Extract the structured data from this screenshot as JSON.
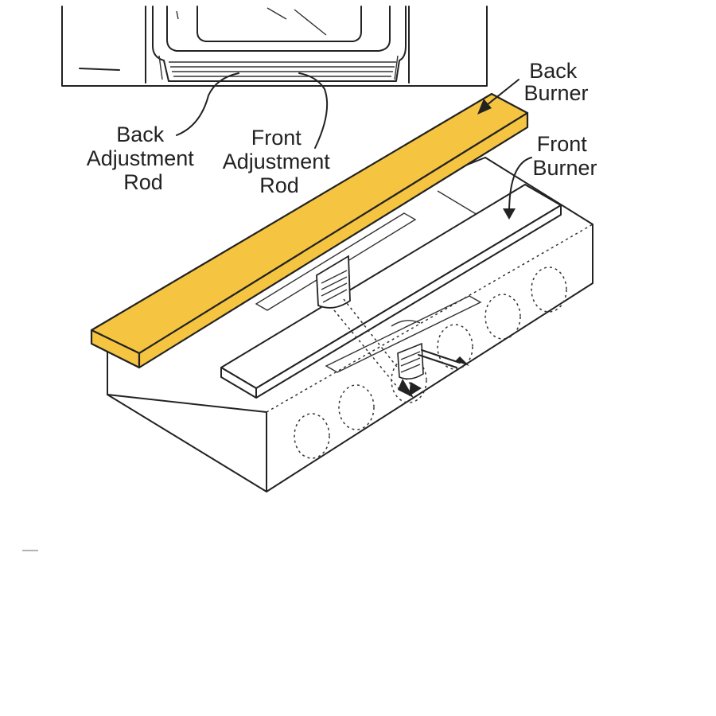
{
  "labels": {
    "back_burner": [
      "Back",
      "Burner"
    ],
    "front_burner": [
      "Front",
      "Burner"
    ],
    "back_adjustment_rod": [
      "Back",
      "Adjustment",
      "Rod"
    ],
    "front_adjustment_rod": [
      "Front",
      "Adjustment",
      "Rod"
    ]
  },
  "colors": {
    "highlight": "#F5C542",
    "ink": "#222222",
    "background": "#FFFFFF"
  },
  "highlighted_part": "back_burner"
}
